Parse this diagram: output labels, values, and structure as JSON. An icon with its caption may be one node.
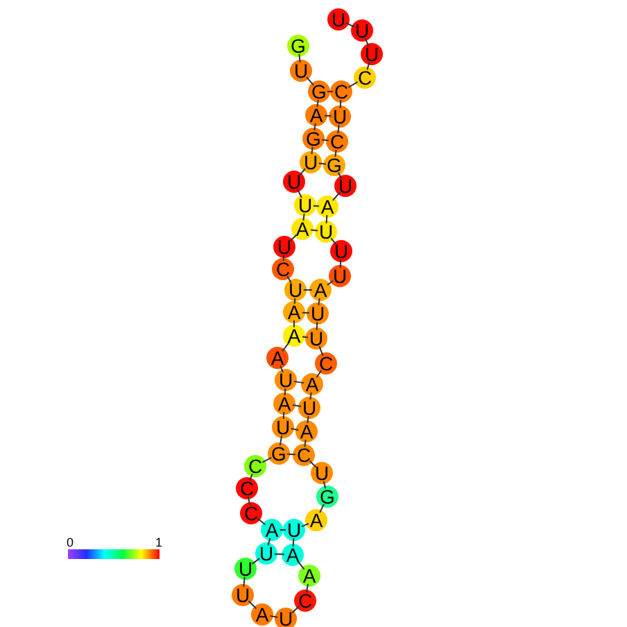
{
  "diagram": {
    "nodes": [
      {
        "text": [
          "G"
        ]
      },
      {
        "text": [
          "U"
        ]
      },
      {
        "text": [
          "G"
        ]
      },
      {
        "text": [
          "A"
        ]
      },
      {
        "text": [
          "G"
        ]
      },
      {
        "text": [
          "U"
        ]
      },
      {
        "text": [
          "U"
        ]
      },
      {
        "text": [
          "U"
        ]
      },
      {
        "text": [
          "A"
        ]
      },
      {
        "text": [
          "U"
        ]
      },
      {
        "text": [
          "C"
        ]
      },
      {
        "text": [
          "U"
        ]
      },
      {
        "text": [
          "A"
        ]
      },
      {
        "text": [
          "A"
        ]
      },
      {
        "text": [
          "A"
        ]
      },
      {
        "text": [
          "U"
        ]
      },
      {
        "text": [
          "A"
        ]
      },
      {
        "text": [
          "U"
        ]
      },
      {
        "text": [
          "G"
        ]
      },
      {
        "text": [
          "C"
        ]
      },
      {
        "text": [
          "C"
        ]
      },
      {
        "text": [
          "C"
        ]
      },
      {
        "text": [
          "A"
        ]
      },
      {
        "text": [
          "U"
        ]
      },
      {
        "text": [
          "U"
        ]
      },
      {
        "text": [
          "U"
        ]
      },
      {
        "text": [
          "A"
        ]
      },
      {
        "text": [
          "U"
        ]
      },
      {
        "text": [
          "C"
        ]
      },
      {
        "text": [
          "A"
        ]
      },
      {
        "text": [
          "A"
        ]
      },
      {
        "text": [
          "U"
        ]
      },
      {
        "text": [
          "A"
        ]
      },
      {
        "text": [
          "G"
        ]
      },
      {
        "text": [
          "U"
        ]
      },
      {
        "text": [
          "C"
        ]
      },
      {
        "text": [
          "A"
        ]
      },
      {
        "text": [
          "U"
        ]
      },
      {
        "text": [
          "A"
        ]
      },
      {
        "text": [
          "C"
        ]
      },
      {
        "text": [
          "U"
        ]
      },
      {
        "text": [
          "U"
        ]
      },
      {
        "text": [
          "A"
        ]
      },
      {
        "text": [
          "U"
        ]
      },
      {
        "text": [
          "U"
        ]
      },
      {
        "text": [
          "U"
        ]
      },
      {
        "text": [
          "A"
        ]
      },
      {
        "text": [
          "U"
        ]
      },
      {
        "text": [
          "G"
        ]
      },
      {
        "text": [
          "C"
        ]
      },
      {
        "text": [
          "U"
        ]
      },
      {
        "text": [
          "C"
        ]
      },
      {
        "text": [
          "C"
        ]
      },
      {
        "text": [
          "U"
        ]
      },
      {
        "text": [
          "U"
        ]
      },
      {
        "text": [
          "U"
        ]
      }
    ],
    "edges": [
      {
        "from": 0,
        "to": 1,
        "arrow": "none"
      },
      {
        "from": 1,
        "to": 2,
        "arrow": "none"
      },
      {
        "from": 2,
        "to": 3,
        "arrow": "none"
      },
      {
        "from": 3,
        "to": 4,
        "arrow": "none"
      },
      {
        "from": 4,
        "to": 5,
        "arrow": "none"
      },
      {
        "from": 5,
        "to": 6,
        "arrow": "none"
      },
      {
        "from": 6,
        "to": 7,
        "arrow": "none"
      },
      {
        "from": 7,
        "to": 8,
        "arrow": "none"
      },
      {
        "from": 8,
        "to": 9,
        "arrow": "none"
      },
      {
        "from": 9,
        "to": 10,
        "arrow": "none"
      },
      {
        "from": 10,
        "to": 11,
        "arrow": "none"
      },
      {
        "from": 11,
        "to": 12,
        "arrow": "none"
      },
      {
        "from": 12,
        "to": 13,
        "arrow": "none"
      },
      {
        "from": 13,
        "to": 14,
        "arrow": "none"
      },
      {
        "from": 14,
        "to": 15,
        "arrow": "none"
      },
      {
        "from": 15,
        "to": 16,
        "arrow": "none"
      },
      {
        "from": 16,
        "to": 17,
        "arrow": "none"
      },
      {
        "from": 17,
        "to": 18,
        "arrow": "none"
      },
      {
        "from": 18,
        "to": 19,
        "arrow": "none"
      },
      {
        "from": 19,
        "to": 20,
        "arrow": "none"
      },
      {
        "from": 20,
        "to": 21,
        "arrow": "none"
      },
      {
        "from": 21,
        "to": 22,
        "arrow": "none"
      },
      {
        "from": 22,
        "to": 23,
        "arrow": "none"
      },
      {
        "from": 23,
        "to": 24,
        "arrow": "none"
      },
      {
        "from": 24,
        "to": 25,
        "arrow": "none"
      },
      {
        "from": 25,
        "to": 26,
        "arrow": "none"
      },
      {
        "from": 26,
        "to": 27,
        "arrow": "none"
      },
      {
        "from": 27,
        "to": 28,
        "arrow": "none"
      },
      {
        "from": 28,
        "to": 29,
        "arrow": "none"
      },
      {
        "from": 29,
        "to": 30,
        "arrow": "none"
      },
      {
        "from": 30,
        "to": 31,
        "arrow": "none"
      },
      {
        "from": 31,
        "to": 32,
        "arrow": "none"
      },
      {
        "from": 32,
        "to": 33,
        "arrow": "none"
      },
      {
        "from": 33,
        "to": 34,
        "arrow": "none"
      },
      {
        "from": 34,
        "to": 35,
        "arrow": "none"
      },
      {
        "from": 35,
        "to": 36,
        "arrow": "none"
      },
      {
        "from": 36,
        "to": 37,
        "arrow": "none"
      },
      {
        "from": 37,
        "to": 38,
        "arrow": "none"
      },
      {
        "from": 38,
        "to": 39,
        "arrow": "none"
      },
      {
        "from": 39,
        "to": 40,
        "arrow": "none"
      },
      {
        "from": 40,
        "to": 41,
        "arrow": "none"
      },
      {
        "from": 41,
        "to": 42,
        "arrow": "none"
      },
      {
        "from": 42,
        "to": 43,
        "arrow": "none"
      },
      {
        "from": 43,
        "to": 44,
        "arrow": "none"
      },
      {
        "from": 44,
        "to": 45,
        "arrow": "none"
      },
      {
        "from": 45,
        "to": 46,
        "arrow": "none"
      },
      {
        "from": 46,
        "to": 47,
        "arrow": "none"
      },
      {
        "from": 47,
        "to": 48,
        "arrow": "none"
      },
      {
        "from": 48,
        "to": 49,
        "arrow": "none"
      },
      {
        "from": 49,
        "to": 50,
        "arrow": "none"
      },
      {
        "from": 50,
        "to": 51,
        "arrow": "none"
      },
      {
        "from": 51,
        "to": 52,
        "arrow": "none"
      },
      {
        "from": 52,
        "to": 53,
        "arrow": "none"
      },
      {
        "from": 53,
        "to": 54,
        "arrow": "none"
      },
      {
        "from": 54,
        "to": 55,
        "arrow": "none"
      },
      {
        "from": 2,
        "to": 51,
        "arrow": "none"
      },
      {
        "from": 3,
        "to": 50,
        "arrow": "none"
      },
      {
        "from": 4,
        "to": 49,
        "arrow": "none"
      },
      {
        "from": 5,
        "to": 48,
        "arrow": "none"
      },
      {
        "from": 7,
        "to": 46,
        "arrow": "none"
      },
      {
        "from": 8,
        "to": 45,
        "arrow": "none"
      },
      {
        "from": 11,
        "to": 42,
        "arrow": "none"
      },
      {
        "from": 12,
        "to": 41,
        "arrow": "none"
      },
      {
        "from": 13,
        "to": 40,
        "arrow": "none"
      },
      {
        "from": 15,
        "to": 38,
        "arrow": "none"
      },
      {
        "from": 16,
        "to": 37,
        "arrow": "none"
      },
      {
        "from": 17,
        "to": 36,
        "arrow": "none"
      },
      {
        "from": 18,
        "to": 35,
        "arrow": "none"
      },
      {
        "from": 22,
        "to": 31,
        "arrow": "none"
      },
      {
        "from": 23,
        "to": 30,
        "arrow": "none"
      }
    ],
    "labels": [
      "0",
      "1"
    ]
  }
}
